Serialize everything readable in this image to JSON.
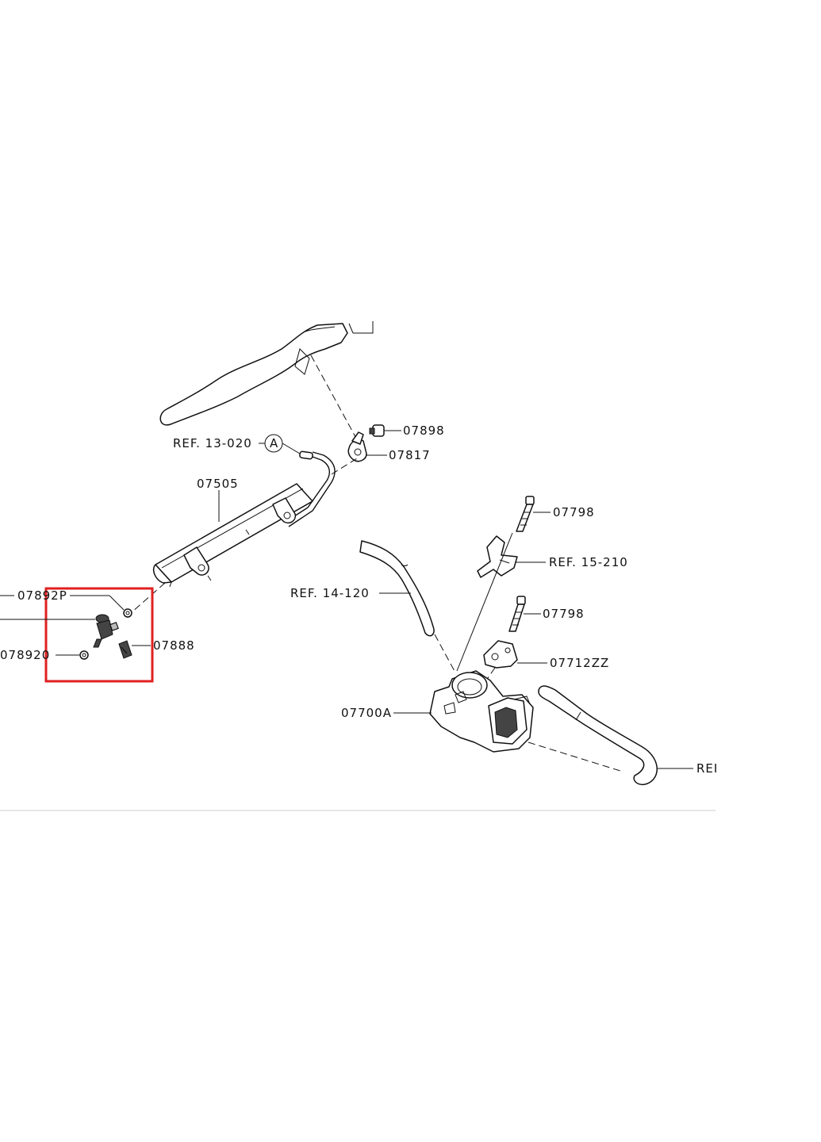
{
  "labels": {
    "ref_13_020": "REF. 13-020",
    "callout_a": "A",
    "p07898": "07898",
    "p07817": "07817",
    "p07505": "07505",
    "p07798_top": "07798",
    "ref_15_210": "REF. 15-210",
    "ref_14_120": "REF. 14-120",
    "p07798_mid": "07798",
    "p07712zz": "07712ZZ",
    "p07700a": "07700A",
    "ref_right": "REI",
    "p07892p": "07892P",
    "p07888": "07888",
    "p07892q": "078920"
  },
  "highlight": {
    "color": "#e02020"
  },
  "colors": {
    "line": "#111111",
    "background": "#ffffff"
  }
}
